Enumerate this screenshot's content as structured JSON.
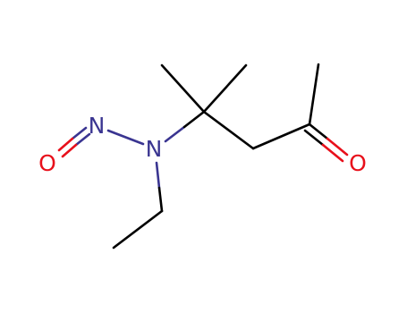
{
  "molecule": {
    "atoms": [
      {
        "id": "o1",
        "label": "O",
        "color": "#e8101b"
      },
      {
        "id": "n1",
        "label": "N",
        "color": "#3a3591"
      },
      {
        "id": "n2",
        "label": "N",
        "color": "#3a3591"
      },
      {
        "id": "o2",
        "label": "O",
        "color": "#e8101b"
      }
    ],
    "colors": {
      "carbon_bond": "#000000",
      "nitrogen": "#3a3591",
      "oxygen": "#e8101b",
      "background": "#ffffff"
    }
  }
}
